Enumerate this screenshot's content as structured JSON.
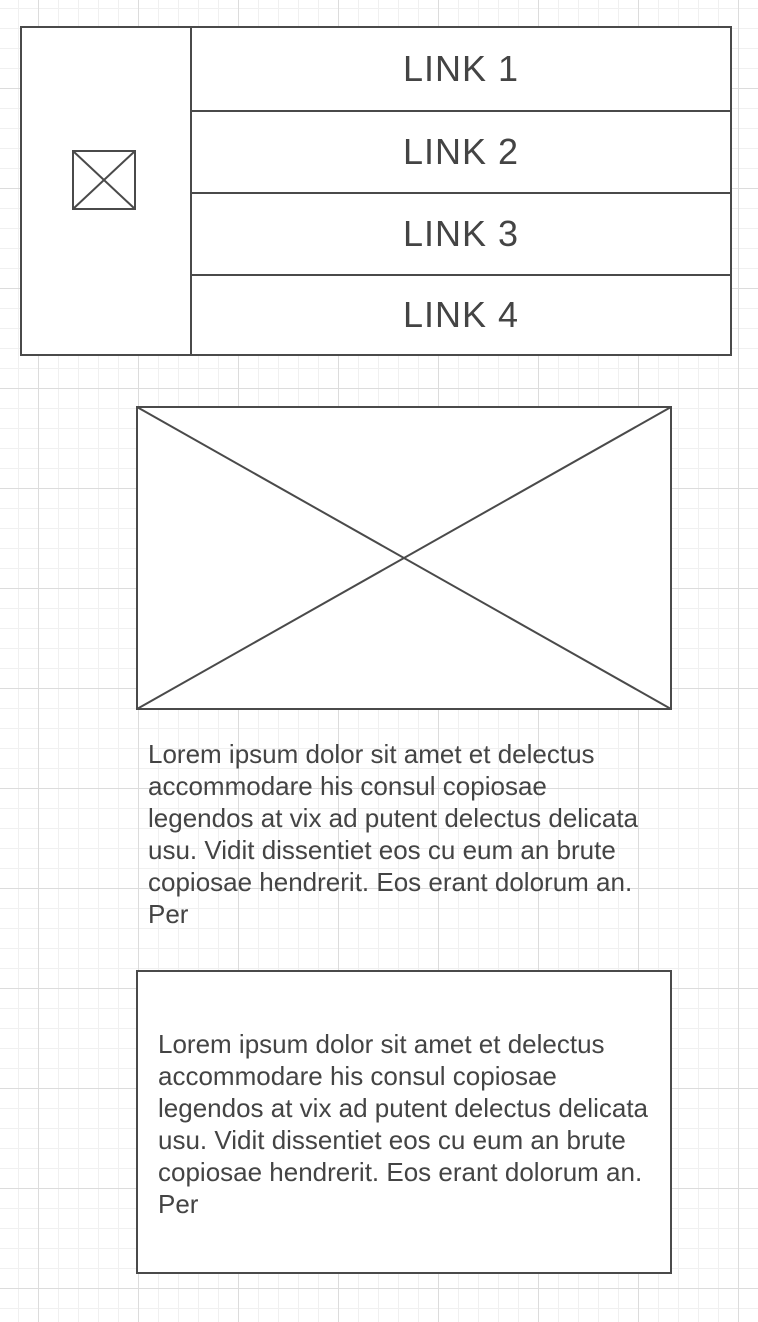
{
  "nav": {
    "links": [
      "LINK 1",
      "LINK 2",
      "LINK 3",
      "LINK 4"
    ]
  },
  "icons": {
    "logo": "image-placeholder-icon",
    "hero": "image-placeholder-icon"
  },
  "content": {
    "paragraph": "Lorem ipsum dolor sit amet et delectus accommodare his consul copiosae legendos at vix ad putent delectus delicata usu. Vidit dissentiet eos cu eum an brute copiosae hendrerit. Eos erant dolorum an. Per",
    "box_text": "Lorem ipsum dolor sit amet et delectus accommodare his consul copiosae legendos at vix ad putent delectus delicata usu. Vidit dissentiet eos cu eum an brute copiosae hendrerit. Eos erant dolorum an. Per"
  },
  "colors": {
    "stroke": "#4a4a4a",
    "text": "#444444",
    "grid_major": "#dcdcdc",
    "grid_minor": "#f0f0f0"
  }
}
